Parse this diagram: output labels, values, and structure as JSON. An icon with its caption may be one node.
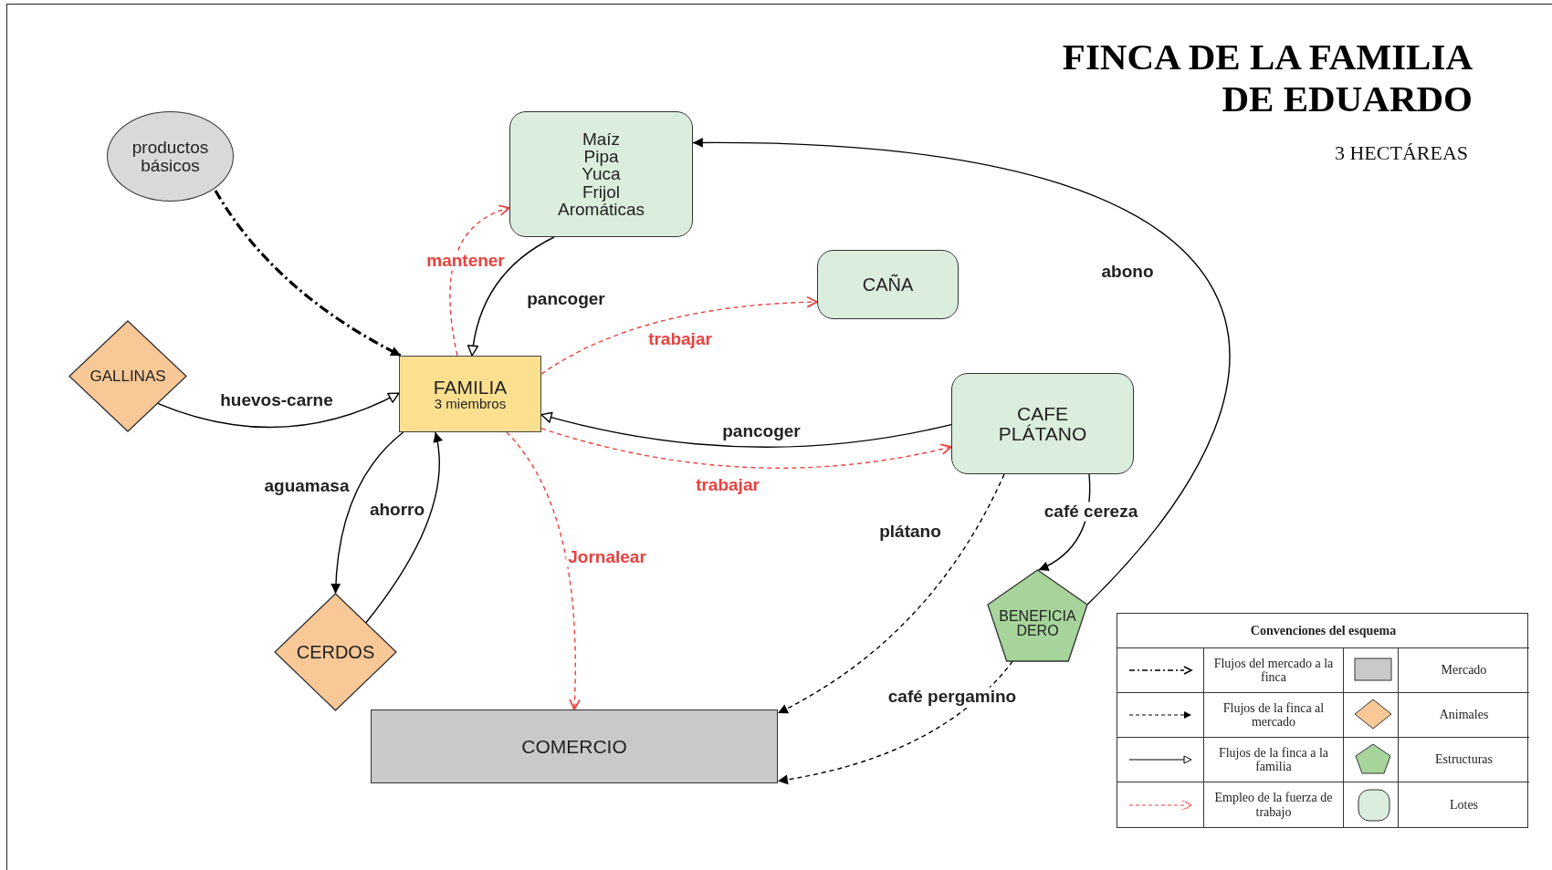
{
  "diagram": {
    "title": "FINCA DE LA FAMILIA DE EDUARDO",
    "nodes": [
      {
        "text": [
          "productos básicos"
        ]
      },
      {
        "text": [
          "Maíz",
          "Pipa",
          "Yuca",
          "Frijol",
          "Aromáticas"
        ]
      },
      {
        "text": [
          "CAÑA"
        ]
      },
      {
        "text": [
          "GALLINAS"
        ]
      },
      {
        "text": [
          "FAMILIA",
          "3 miembros"
        ]
      },
      {
        "text": [
          "CAFE PLÁTANO"
        ]
      },
      {
        "text": [
          "CERDOS"
        ]
      },
      {
        "text": [
          "BENEFICIA DERO"
        ]
      },
      {
        "text": [
          "COMERCIO"
        ]
      }
    ],
    "edges": [
      {
        "from": 0,
        "to": 4,
        "arrow": "to",
        "style": "dashed"
      },
      {
        "from": 1,
        "to": 4,
        "arrow": "to",
        "label": "pancoger"
      },
      {
        "from": 4,
        "to": 1,
        "arrow": "to",
        "label": "mantener",
        "style": "dashed",
        "color": "#e8423f"
      },
      {
        "from": 4,
        "to": 2,
        "arrow": "to",
        "label": "trabajar",
        "style": "dashed",
        "color": "#e8423f"
      },
      {
        "from": 3,
        "to": 4,
        "arrow": "to",
        "label": "huevos-carne"
      },
      {
        "from": 5,
        "to": 4,
        "arrow": "to",
        "label": "pancoger"
      },
      {
        "from": 4,
        "to": 5,
        "arrow": "to",
        "label": "trabajar",
        "style": "dashed",
        "color": "#e8423f"
      },
      {
        "from": 4,
        "to": 6,
        "arrow": "to",
        "label": "aguamasa"
      },
      {
        "from": 6,
        "to": 4,
        "arrow": "to",
        "label": "ahorro"
      },
      {
        "from": 4,
        "to": 8,
        "arrow": "to",
        "label": "Jornalear",
        "style": "dashed",
        "color": "#e8423f"
      },
      {
        "from": 5,
        "to": 8,
        "arrow": "to",
        "label": "plátano",
        "style": "dashed"
      },
      {
        "from": 5,
        "to": 7,
        "arrow": "to",
        "label": "café cereza"
      },
      {
        "from": 7,
        "to": 8,
        "arrow": "to",
        "label": "café pergamino",
        "style": "dashed"
      },
      {
        "from": 7,
        "to": 1,
        "arrow": "to",
        "label": "abono"
      }
    ],
    "labels": [
      "3 HECTÁREAS",
      "Convenciones del esquema"
    ],
    "legend": [
      {
        "text": "Flujos del mercado a la finca"
      },
      {
        "text": "Mercado"
      },
      {
        "text": "Flujos de la finca al mercado"
      },
      {
        "text": "Animales"
      },
      {
        "text": "Flujos de la finca a la familia"
      },
      {
        "text": "Estructuras"
      },
      {
        "text": "Empleo de la fuerza de trabajo"
      },
      {
        "text": "Lotes"
      }
    ]
  }
}
